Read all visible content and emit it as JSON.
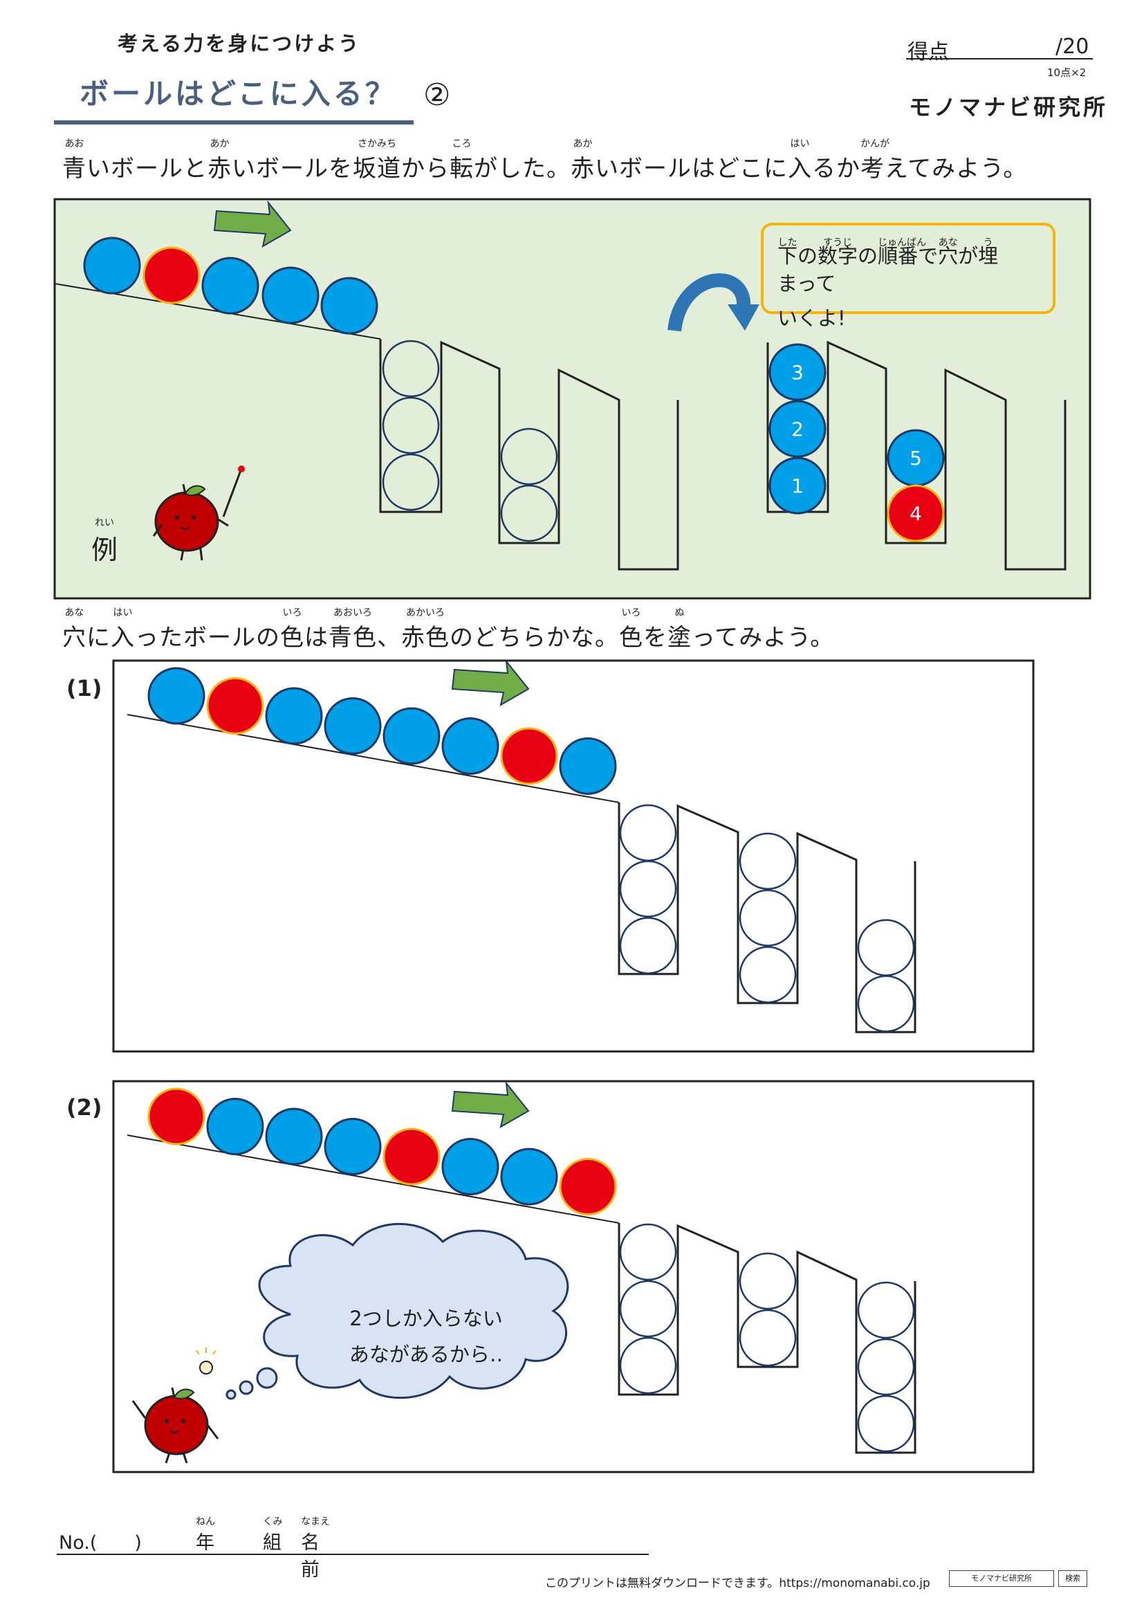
{
  "header": {
    "subtitle": "考える力を身につけよう",
    "title": "ボールはどこに入る？",
    "number": "②",
    "score_label": "得点",
    "score_value": "/20",
    "score_note": "10点×2",
    "brand": "モノマナビ研究所"
  },
  "instruction1": {
    "segments": [
      {
        "t": "青",
        "r": "あお"
      },
      {
        "t": "いボールと"
      },
      {
        "t": "赤",
        "r": "あか"
      },
      {
        "t": "いボールを"
      },
      {
        "t": "坂道",
        "r": "さかみち"
      },
      {
        "t": "から"
      },
      {
        "t": "転",
        "r": "ころ"
      },
      {
        "t": "がした。"
      },
      {
        "t": "赤",
        "r": "あか"
      },
      {
        "t": "いボールはどこに"
      },
      {
        "t": "入",
        "r": "はい"
      },
      {
        "t": "るか"
      },
      {
        "t": "考",
        "r": "かんが"
      },
      {
        "t": "えてみよう。"
      }
    ]
  },
  "example": {
    "label": "例",
    "label_ruby": "れい",
    "bubble_line1": [
      {
        "t": "下",
        "r": "した"
      },
      {
        "t": "の"
      },
      {
        "t": "数字",
        "r": "すうじ"
      },
      {
        "t": "の"
      },
      {
        "t": "順番",
        "r": "じゅんばん"
      },
      {
        "t": "で"
      },
      {
        "t": "穴",
        "r": "あな"
      },
      {
        "t": "が"
      },
      {
        "t": "埋",
        "r": "う"
      },
      {
        "t": "まって"
      }
    ],
    "bubble_line2": "いくよ!",
    "numbers": [
      "1",
      "2",
      "3",
      "4",
      "5"
    ]
  },
  "instruction2": {
    "segments": [
      {
        "t": "穴",
        "r": "あな"
      },
      {
        "t": "に"
      },
      {
        "t": "入",
        "r": "はい"
      },
      {
        "t": "ったボールの"
      },
      {
        "t": "色",
        "r": "いろ"
      },
      {
        "t": "は"
      },
      {
        "t": "青色",
        "r": "あおいろ"
      },
      {
        "t": "、"
      },
      {
        "t": "赤色",
        "r": "あかいろ"
      },
      {
        "t": "のどちらかな。"
      },
      {
        "t": "色",
        "r": "いろ"
      },
      {
        "t": "を"
      },
      {
        "t": "塗",
        "r": "ぬ"
      },
      {
        "t": "ってみよう。"
      }
    ]
  },
  "questions": [
    {
      "label": "(1)",
      "balls": [
        "blue",
        "red",
        "blue",
        "blue",
        "blue",
        "blue",
        "red",
        "blue"
      ]
    },
    {
      "label": "(2)",
      "balls": [
        "red",
        "blue",
        "blue",
        "blue",
        "red",
        "blue",
        "blue",
        "red"
      ],
      "thought_line1": "2つしか入らない",
      "thought_line2": "あながあるから‥"
    }
  ],
  "footer": {
    "no_label": "No.(　　)",
    "nen": "年",
    "nen_ruby": "ねん",
    "kumi": "組",
    "kumi_ruby": "くみ",
    "namae": "名前",
    "namae_ruby": "なまえ",
    "note": "このプリントは無料ダウンロードできます。https://monomanabi.co.jp",
    "badge": "モノマナビ研究所",
    "badge2": "検索"
  },
  "colors": {
    "blue": "#00a0e9",
    "red": "#e60012",
    "ball_stroke": "#1f3864",
    "gold": "#f2b50f",
    "example_bg": "#e2eed8",
    "arrow": "#70ad47",
    "curve_arrow": "#2e75b6",
    "title": "#4a5f7e"
  }
}
